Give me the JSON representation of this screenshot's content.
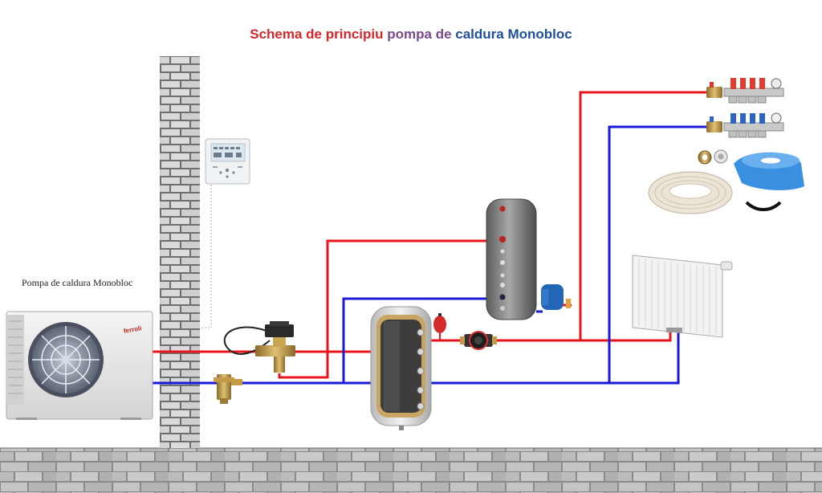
{
  "title": {
    "part1": "Schema de principiu ",
    "part2": "pompa de ",
    "part3": "caldura Monobloc"
  },
  "labels": {
    "heat_pump": "Pompa de caldura Monobloc",
    "brand": "ferroli"
  },
  "colors": {
    "title_red": "#d7262b",
    "title_purple": "#7a4a8c",
    "title_blue": "#1f4f9c",
    "supply_pipe": "#e8141c",
    "return_pipe": "#1a1ad6"
  },
  "components": [
    "heat-pump-outdoor-unit",
    "brick-wall",
    "wall-controller",
    "motorized-3-way-valve",
    "dirt-separator-filter",
    "buffer-tank",
    "expansion-vessel-red",
    "circulation-pump",
    "domestic-hot-water-tank",
    "expansion-vessel-blue",
    "underfloor-manifold",
    "pex-pipe-coil",
    "edge-insulation-tape",
    "panel-radiator",
    "stone-floor"
  ]
}
